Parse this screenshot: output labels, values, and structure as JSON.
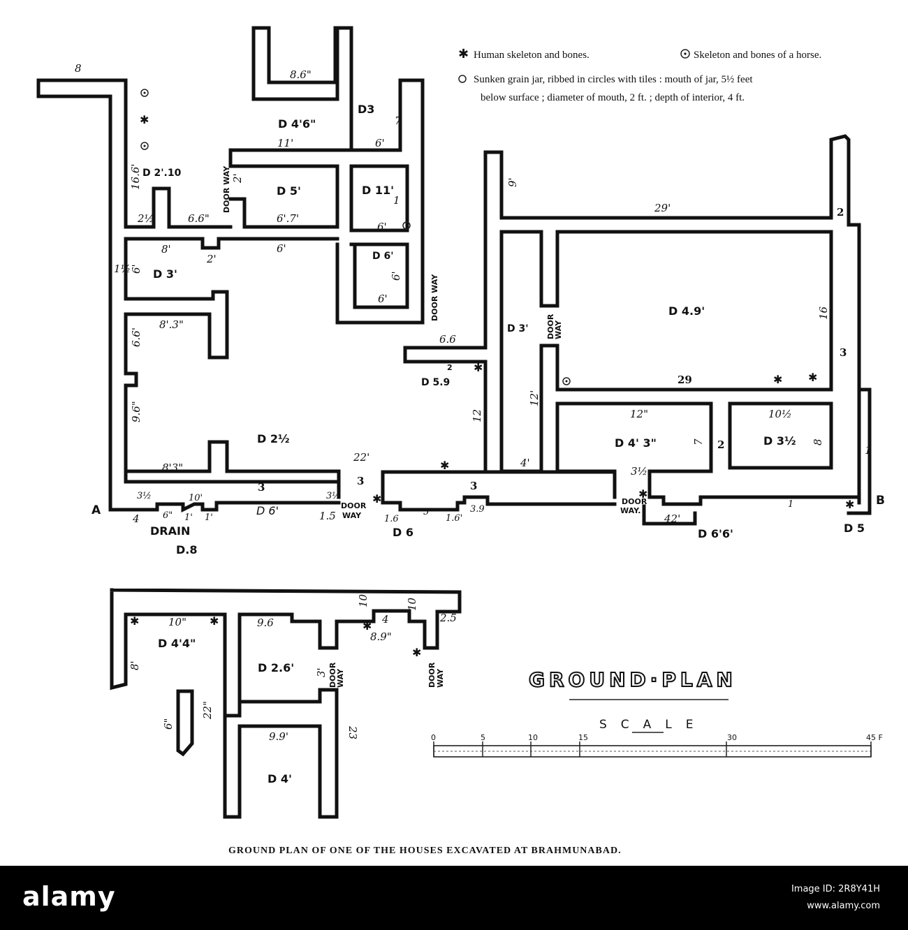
{
  "legend": {
    "skeleton_human": "Human skeleton and bones.",
    "skeleton_horse": "Skeleton and bones of a horse.",
    "grain_jar_line1": "Sunken grain jar, ribbed in circles with tiles : mouth of jar, 5½ feet",
    "grain_jar_line2": "below surface ; diameter of mouth, 2 ft. ; depth of interior, 4 ft."
  },
  "labels": {
    "A": "A",
    "B": "B",
    "drain": "DRAIN",
    "d8": "D.8",
    "d6_bottom": "D 6",
    "d66": "D 6'6'",
    "d5_corner": "D 5",
    "doorway": "DOOR WAY",
    "door": "DOOR",
    "way": "WAY",
    "doorway_dot": "WAY."
  },
  "rooms": {
    "d46": "D 4'6\"",
    "d3_top": "D3",
    "d210": "D 2'.10",
    "d5_mid": "D 5'",
    "d11": "D 11'",
    "d6_small": "D 6'",
    "d3_left": "D 3'",
    "d212": "D 2½",
    "d59": "D 5.9",
    "d3_right": "D 3'",
    "d49": "D 4.9'",
    "d43": "D 4' 3\"",
    "d32": "D 3½",
    "d44": "D 4'4\"",
    "d26": "D 2.6'",
    "d4": "D 4'"
  },
  "dims": {
    "d8_top": "8",
    "d86": "8.6\"",
    "d7": "7",
    "d11_a": "11'",
    "d6_a": "6'",
    "d16_6": "16.6'",
    "d2_": "2'",
    "d9": "9'",
    "d29_top": "29'",
    "d2_corner": "2",
    "d2_half": "2½",
    "d66_in": "6.6\"",
    "d671": "6'.7'",
    "d1_": "1",
    "d6_b": "6'",
    "d8_": "8'",
    "d2_b": "2'",
    "d6_c": "6'",
    "d1_half": "1½",
    "d6_d": "6'",
    "d6_e": "6'",
    "d6_f": "6'",
    "d83": "8'.3\"",
    "d66_b": "6.6'",
    "d66_c": "6.6",
    "d2_c": "2",
    "d16": "16",
    "d3_r": "3",
    "d96": "9.6\"",
    "d12": "12",
    "d12b": "12'",
    "d29_mid": "29",
    "d12_rm": "12\"",
    "d7_rm": "7",
    "d2_rm": "2",
    "d10_half": "10½",
    "d8_rm": "8",
    "d1_rr": "1",
    "d22": "22'",
    "d3_a": "3",
    "d3_b": "3",
    "d3_c": "3",
    "d83_b": "8'3\"",
    "d4_q": "4'",
    "d3_half": "3½",
    "d3h_2": "3½",
    "d3h_3": "3½",
    "d4_": "4",
    "d6q": "6\"",
    "d10_b": "10'",
    "d1a": "1'",
    "d1b": "1'",
    "d6_bot": "D 6'",
    "d15": "1.5",
    "d16b": "1.6",
    "d5q": "5\"",
    "d16c": "1.6'",
    "d39": "3.9",
    "d42": "42'",
    "d1_bot": "1",
    "d10_low": "10\"",
    "d8_low": "8'",
    "d6_low": "6\"",
    "d22_low": "22\"",
    "d96_low": "9.6",
    "d3_low": "3'",
    "d10_c": "10",
    "d4_low": "4",
    "d89": "8.9\"",
    "d10_d": "10",
    "d25": "2.5",
    "d23": "23",
    "d99": "9.9'"
  },
  "title": {
    "ground_plan": "GROUND·PLAN",
    "scale": "SCALE",
    "ticks": [
      "0",
      "5",
      "10",
      "15",
      "30",
      "45 F"
    ]
  },
  "caption": "GROUND PLAN OF ONE OF THE HOUSES EXCAVATED AT BRAHMUNABAD.",
  "watermark": {
    "brand": "alamy",
    "image_id_label": "Image ID: 2R8Y41H",
    "site": "www.alamy.com"
  }
}
